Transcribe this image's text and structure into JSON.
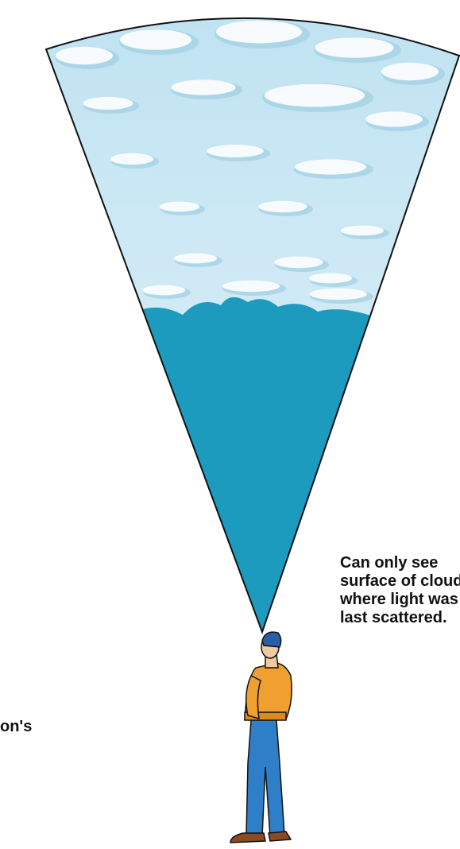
{
  "caption": {
    "lines": [
      "Can only see",
      "surface of cloud",
      "where light was",
      "last scattered."
    ]
  },
  "cut_off_label": "on's",
  "colors": {
    "sky": "#c9e6f2",
    "cloud_white": "#ffffff",
    "cloud_shadow": "#9fd0e4",
    "cloud_body": "#1c9bbf",
    "outline": "#111111",
    "jacket": "#f0a030",
    "jeans": "#2f7fc8",
    "cap": "#2a5fa8",
    "skin": "#f2c9a0",
    "shoes": "#8a4a22"
  },
  "icons": [
    "sky-cone-icon",
    "person-looking-up-icon"
  ]
}
